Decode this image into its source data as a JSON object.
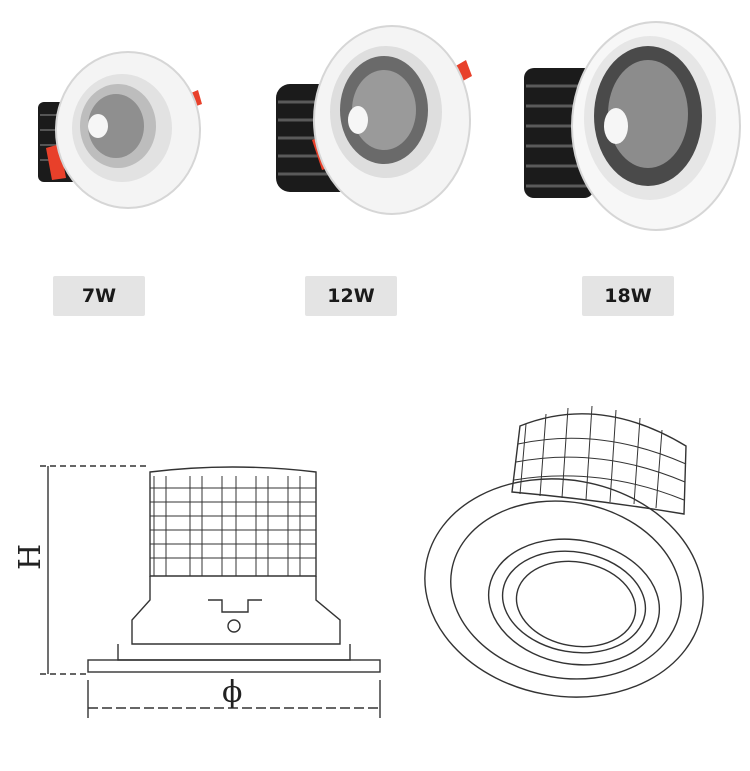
{
  "products": [
    {
      "id": "7w",
      "label": "7W"
    },
    {
      "id": "12w",
      "label": "12W"
    },
    {
      "id": "18w",
      "label": "18W"
    }
  ],
  "dimensions": {
    "height_symbol": "H",
    "diameter_symbol": "ϕ"
  },
  "colors": {
    "clip": "#e8402a",
    "heatsink": "#1b1b1b",
    "trim": "#f4f4f4",
    "line": "#333333",
    "badge": "#e4e4e4"
  }
}
